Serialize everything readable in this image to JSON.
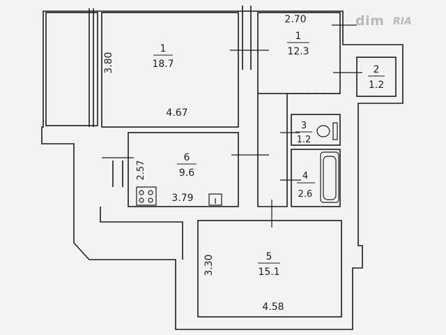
{
  "plan": {
    "rooms": {
      "r1a": {
        "number": "1",
        "area": "18.7"
      },
      "r1b": {
        "number": "1",
        "area": "12.3"
      },
      "r2": {
        "number": "2",
        "area": "1.2"
      },
      "r3": {
        "number": "3",
        "area": "1.2"
      },
      "r4": {
        "number": "4",
        "area": "2.6"
      },
      "r5": {
        "number": "5",
        "area": "15.1"
      },
      "r6": {
        "number": "6",
        "area": "9.6"
      }
    },
    "dimensions": {
      "r1a_height": "3.80",
      "r1a_width": "4.67",
      "r1b_width": "2.70",
      "r6_height": "2.57",
      "r6_width": "3.79",
      "r5_height": "3.30",
      "r5_width": "4.58"
    },
    "watermark": {
      "brand": "dim",
      "brand2": "RIA"
    },
    "colors": {
      "wall": "#f0f0ee",
      "line": "#1a1a1a",
      "room": "#f5f5f3"
    }
  }
}
